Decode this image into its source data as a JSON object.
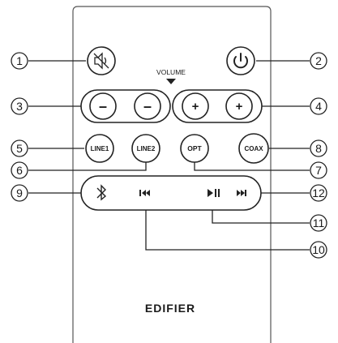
{
  "remote": {
    "brand": "EDIFIER",
    "volume_label": "VOLUME",
    "buttons": {
      "mute": {
        "icon": "mute-icon"
      },
      "power": {
        "icon": "power-icon"
      },
      "vol_minus_1": {
        "label": "–"
      },
      "vol_minus_2": {
        "label": "–"
      },
      "vol_plus_1": {
        "label": "+"
      },
      "vol_plus_2": {
        "label": "+"
      },
      "line1": {
        "label": "LINE1"
      },
      "line2": {
        "label": "LINE2"
      },
      "opt": {
        "label": "OPT"
      },
      "coax": {
        "label": "COAX"
      },
      "bluetooth": {
        "icon": "bluetooth-icon"
      },
      "prev": {
        "icon": "previous-track-icon"
      },
      "play_pause": {
        "icon": "play-pause-icon"
      },
      "next": {
        "icon": "next-track-icon"
      }
    }
  },
  "callouts": {
    "c1": "1",
    "c2": "2",
    "c3": "3",
    "c4": "4",
    "c5": "5",
    "c6": "6",
    "c7": "7",
    "c8": "8",
    "c9": "9",
    "c10": "10",
    "c11": "11",
    "c12": "12"
  }
}
